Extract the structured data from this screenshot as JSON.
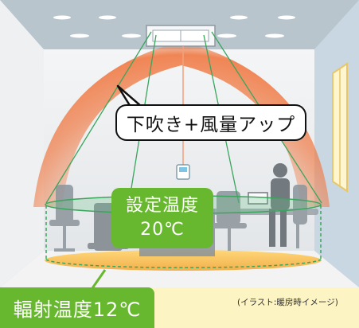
{
  "callout": {
    "label": "下吹き+風量アップ"
  },
  "setpoint": {
    "line1": "設定温度",
    "line2": "20℃"
  },
  "radiant": {
    "label": "輻射温度12℃"
  },
  "note": {
    "text": "(イラスト:暖房時イメージ)"
  },
  "colors": {
    "accent_green": "#67b82e",
    "heat_orange": "#f07a45",
    "background": "#fdf4c4",
    "room_wall": "#e9ebed",
    "ceiling": "#b9c5cd"
  }
}
